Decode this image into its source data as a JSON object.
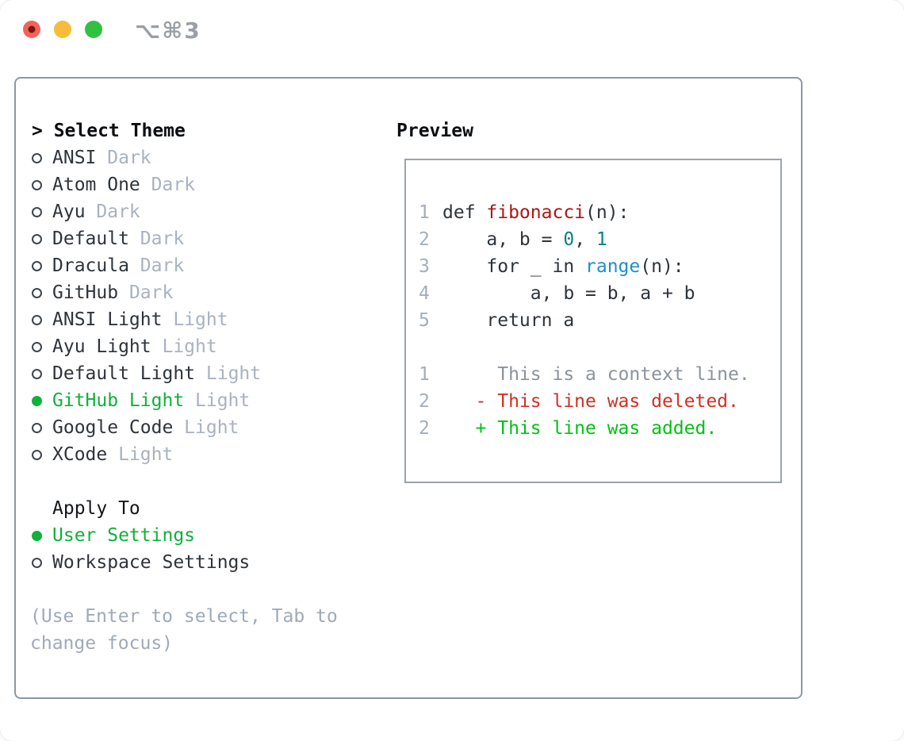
{
  "titlebar": {
    "shortcut_label": "⌥⌘3"
  },
  "theme_picker": {
    "header": "> Select Theme",
    "themes": [
      {
        "name": "ANSI",
        "variant": "Dark",
        "selected": false
      },
      {
        "name": "Atom One",
        "variant": "Dark",
        "selected": false
      },
      {
        "name": "Ayu",
        "variant": "Dark",
        "selected": false
      },
      {
        "name": "Default",
        "variant": "Dark",
        "selected": false
      },
      {
        "name": "Dracula",
        "variant": "Dark",
        "selected": false
      },
      {
        "name": "GitHub",
        "variant": "Dark",
        "selected": false
      },
      {
        "name": "ANSI Light",
        "variant": "Light",
        "selected": false
      },
      {
        "name": "Ayu Light",
        "variant": "Light",
        "selected": false
      },
      {
        "name": "Default Light",
        "variant": "Light",
        "selected": false
      },
      {
        "name": "GitHub Light",
        "variant": "Light",
        "selected": true
      },
      {
        "name": "Google Code",
        "variant": "Light",
        "selected": false
      },
      {
        "name": "XCode",
        "variant": "Light",
        "selected": false
      }
    ],
    "apply_to": {
      "header": "Apply To",
      "options": [
        {
          "label": "User Settings",
          "selected": true
        },
        {
          "label": "Workspace Settings",
          "selected": false
        }
      ]
    },
    "hint": "(Use Enter to select, Tab to change focus)"
  },
  "preview": {
    "title": "Preview",
    "lines": [
      {
        "num": "1",
        "segments": [
          {
            "text": "def ",
            "color": "default"
          },
          {
            "text": "fibonacci",
            "color": "function"
          },
          {
            "text": "(n):",
            "color": "default"
          }
        ]
      },
      {
        "num": "2",
        "segments": [
          {
            "text": "    a, b = ",
            "color": "default"
          },
          {
            "text": "0",
            "color": "number"
          },
          {
            "text": ", ",
            "color": "default"
          },
          {
            "text": "1",
            "color": "number"
          }
        ]
      },
      {
        "num": "3",
        "segments": [
          {
            "text": "    for _ in ",
            "color": "default"
          },
          {
            "text": "range",
            "color": "builtin"
          },
          {
            "text": "(n):",
            "color": "default"
          }
        ]
      },
      {
        "num": "4",
        "segments": [
          {
            "text": "        a, b = b, a + b",
            "color": "default"
          }
        ]
      },
      {
        "num": "5",
        "segments": [
          {
            "text": "    return a",
            "color": "default"
          }
        ]
      },
      {
        "num": "",
        "segments": []
      },
      {
        "num": "1",
        "segments": [
          {
            "text": "     This is a context line.",
            "color": "context"
          }
        ]
      },
      {
        "num": "2",
        "segments": [
          {
            "text": "   - This line was deleted.",
            "color": "deleted"
          }
        ]
      },
      {
        "num": "2",
        "segments": [
          {
            "text": "   + This line was added.",
            "color": "added"
          }
        ]
      }
    ]
  },
  "colors": {
    "accent_green": "#10b03c",
    "diff_added": "#00c213",
    "diff_deleted": "#cd3226",
    "function_red": "#a91716",
    "number_teal": "#0e7f82",
    "builtin_blue": "#1b90c9",
    "muted": "#a9b2c0",
    "text": "#2e343c",
    "border": "#8d97a5"
  }
}
